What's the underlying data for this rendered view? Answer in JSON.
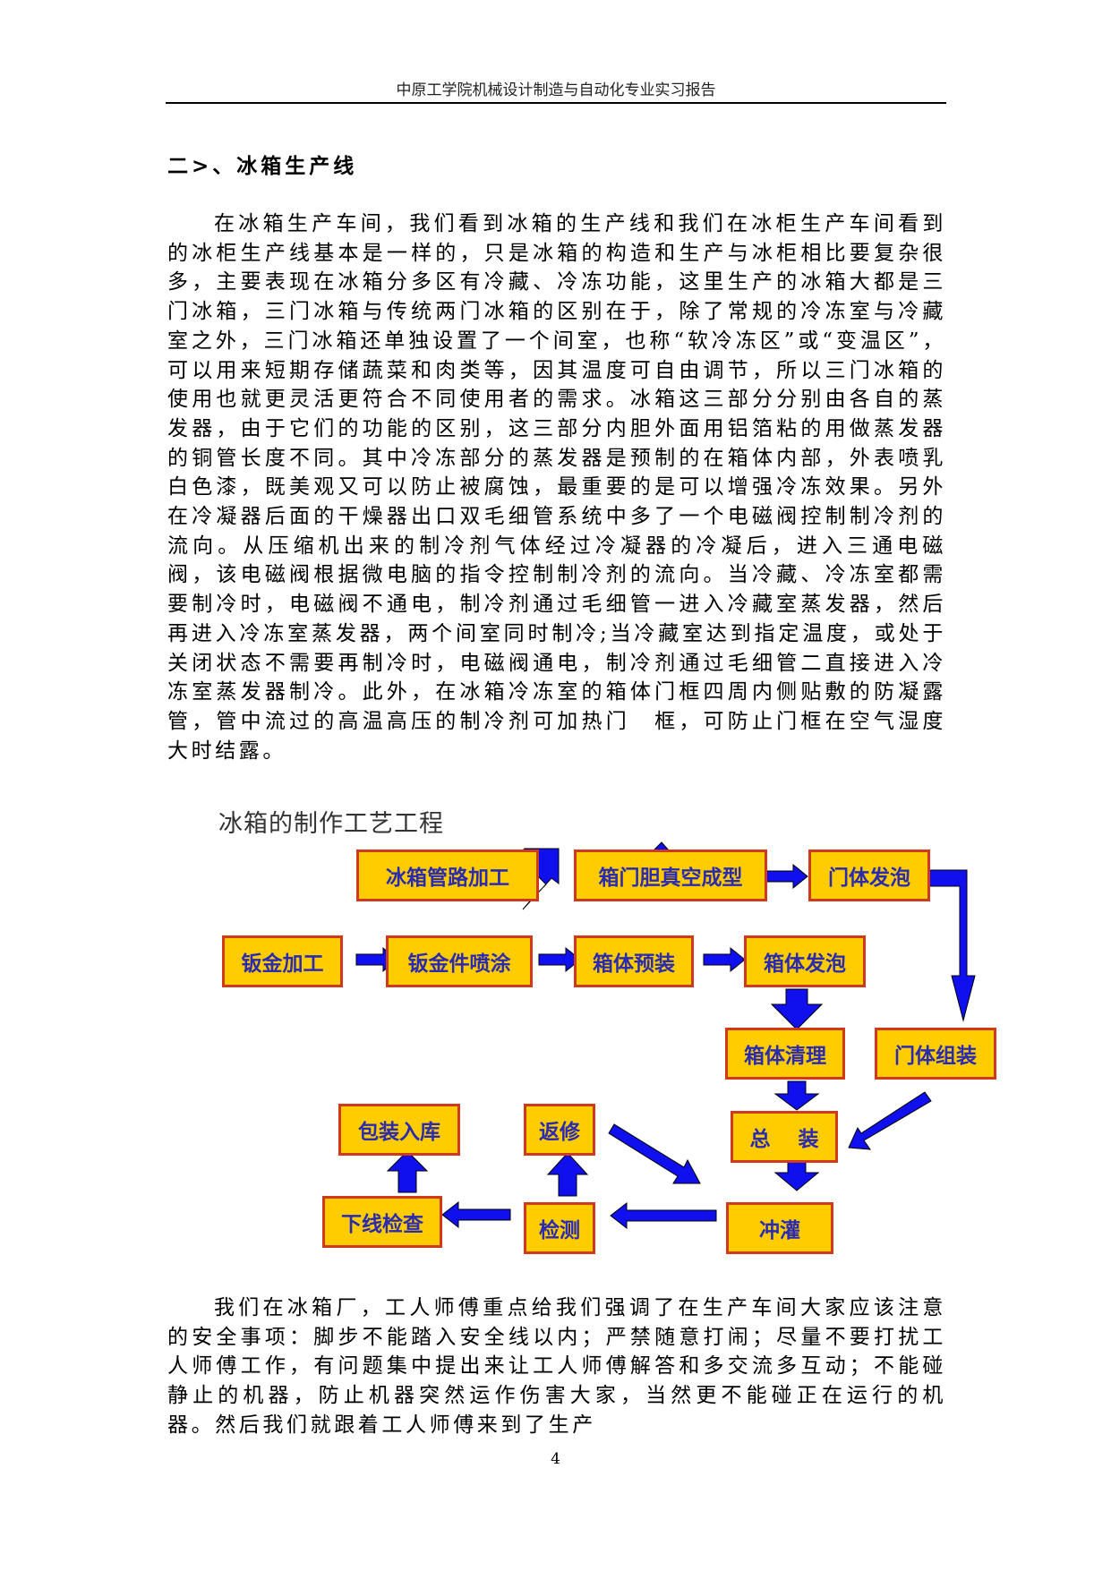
{
  "header": {
    "title": "中原工学院机械设计制造与自动化专业实习报告"
  },
  "section": {
    "title": "二>、冰箱生产线"
  },
  "paragraph1": "在冰箱生产车间，我们看到冰箱的生产线和我们在冰柜生产车间看到的冰柜生产线基本是一样的，只是冰箱的构造和生产与冰柜相比要复杂很多，主要表现在冰箱分多区有冷藏、冷冻功能，这里生产的冰箱大都是三门冰箱，三门冰箱与传统两门冰箱的区别在于，除了常规的冷冻室与冷藏室之外，三门冰箱还单独设置了一个间室，也称“软冷冻区”或“变温区”，可以用来短期存储蔬菜和肉类等，因其温度可自由调节，所以三门冰箱的使用也就更灵活更符合不同使用者的需求。冰箱这三部分分别由各自的蒸发器，由于它们的功能的区别，这三部分内胆外面用铝箔粘的用做蒸发器的铜管长度不同。其中冷冻部分的蒸发器是预制的在箱体内部，外表喷乳白色漆，既美观又可以防止被腐蚀，最重要的是可以增强冷冻效果。另外在冷凝器后面的干燥器出口双毛细管系统中多了一个电磁阀控制制冷剂的流向。从压缩机出来的制冷剂气体经过冷凝器的冷凝后，进入三通电磁阀，该电磁阀根据微电脑的指令控制制冷剂的流向。当冷藏、冷冻室都需要制冷时，电磁阀不通电，制冷剂通过毛细管一进入冷藏室蒸发器，然后再进入冷冻室蒸发器，两个间室同时制冷;当冷藏室达到指定温度，或处于关闭状态不需要再制冷时，电磁阀通电，制冷剂通过毛细管二直接进入冷冻室蒸发器制冷。此外，在冰箱冷冻室的箱体门框四周内侧贴敷的防凝露管，管中流过的高温高压的制冷剂可加热门　框，可防止门框在空气湿度大时结露。",
  "flowchart": {
    "title": "冰箱的制作工艺工程",
    "colors": {
      "fill": "#ffcc00",
      "border": "#d03a1a",
      "text": "#2b2bb0",
      "arrow": "#1010ee"
    },
    "nodes": {
      "pipe": "冰箱管路加工",
      "liner": "箱门胆真空成型",
      "door_foam": "门体发泡",
      "sheet": "钣金加工",
      "spray": "钣金件喷涂",
      "preassembly": "箱体预装",
      "body_foam": "箱体发泡",
      "cleanup": "箱体清理",
      "door_assembly": "门体组装",
      "packing": "包装入库",
      "rework": "返修",
      "final_assembly": "总　 装",
      "final_check": "下线检查",
      "testing": "检测",
      "charging": "冲灌"
    }
  },
  "paragraph2": "我们在冰箱厂，工人师傅重点给我们强调了在生产车间大家应该注意的安全事项：脚步不能踏入安全线以内；严禁随意打闹；尽量不要打扰工人师傅工作，有问题集中提出来让工人师傅解答和多交流多互动；不能碰静止的机器，防止机器突然运作伤害大家，当然更不能碰正在运行的机器。然后我们就跟着工人师傅来到了生产",
  "page_number": "4"
}
